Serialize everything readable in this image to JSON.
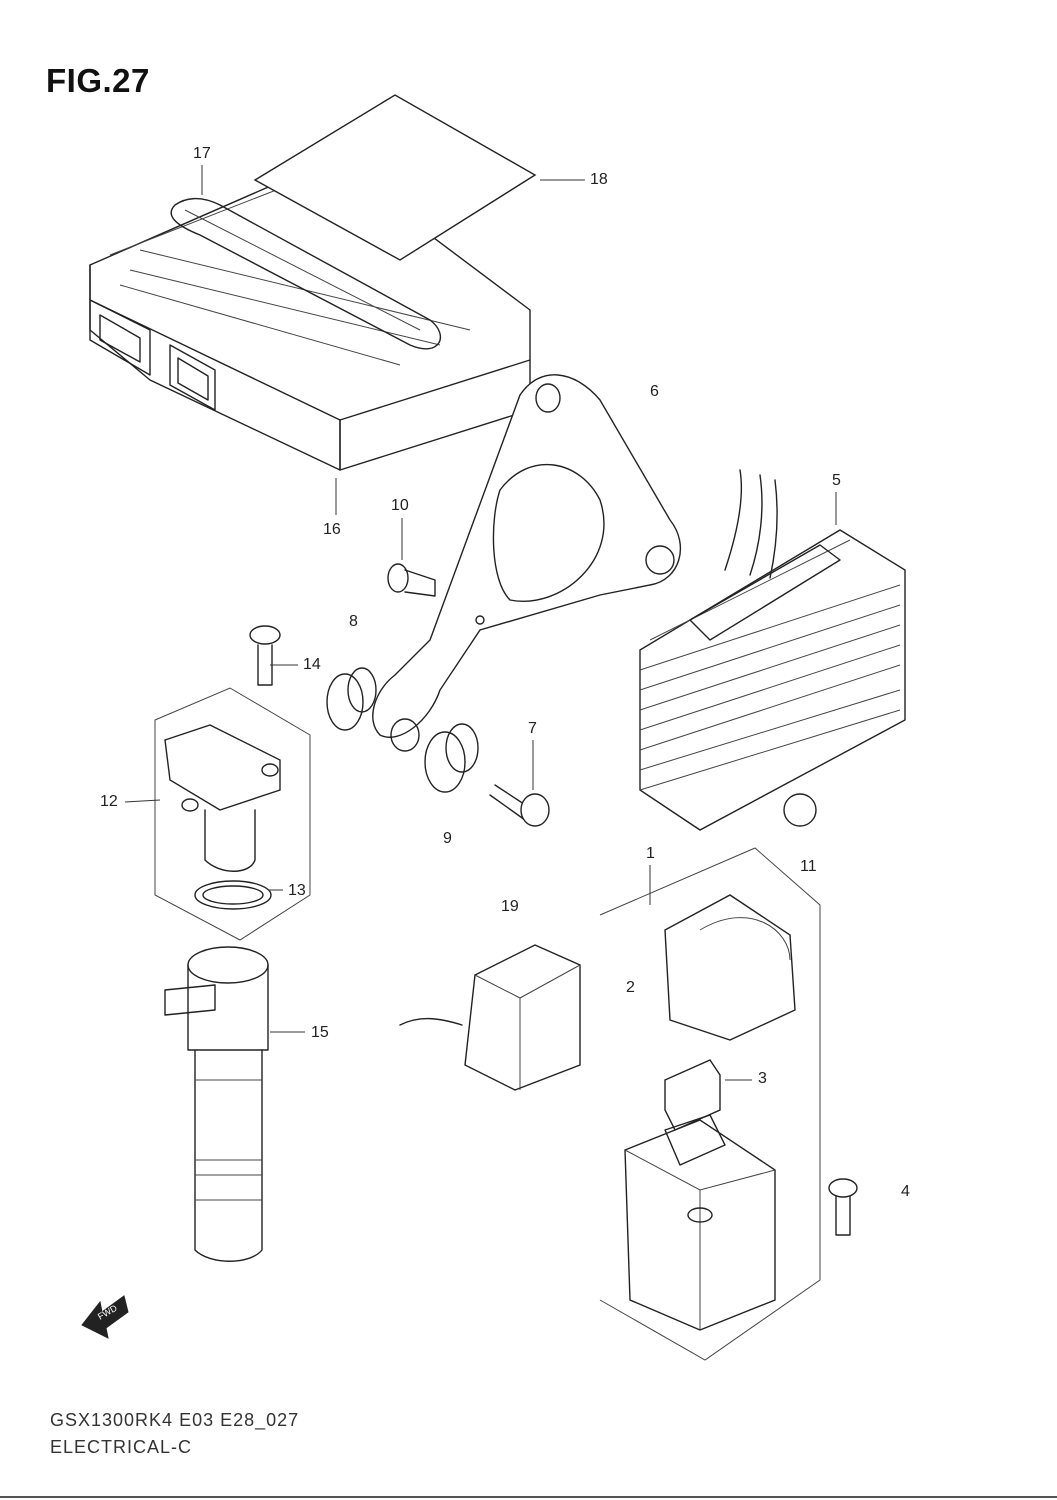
{
  "figure": {
    "title": "FIG.27",
    "code": "GSX1300RK4 E03 E28_027",
    "name": "ELECTRICAL-C"
  },
  "callouts": [
    "1",
    "2",
    "3",
    "4",
    "5",
    "6",
    "7",
    "8",
    "9",
    "10",
    "11",
    "12",
    "13",
    "14",
    "15",
    "16",
    "17",
    "18",
    "19"
  ],
  "fwd_badge": "FWD"
}
